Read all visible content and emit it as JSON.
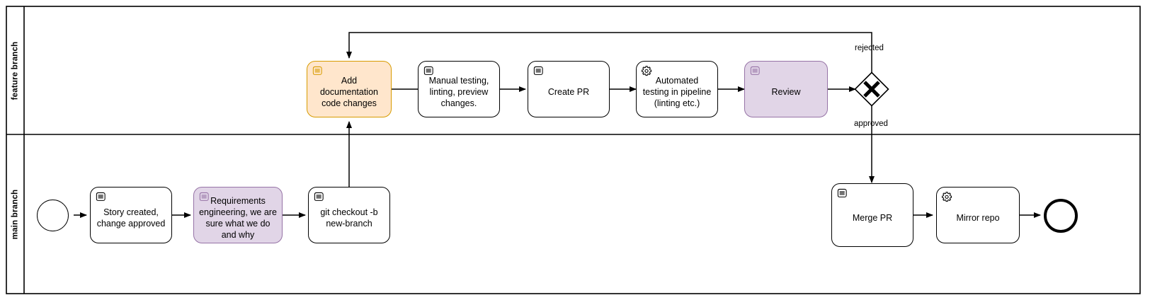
{
  "diagram": {
    "type": "bpmn-process-diagram",
    "pool": {
      "lanes": [
        {
          "id": "feature",
          "label": "feature branch"
        },
        {
          "id": "main",
          "label": "main branch"
        }
      ]
    },
    "colors": {
      "orange_fill": "#ffe6cc",
      "orange_stroke": "#d79b00",
      "purple_fill": "#e1d5e7",
      "purple_stroke": "#9673a6",
      "white_fill": "#ffffff",
      "black_stroke": "#000000"
    },
    "events": [
      {
        "id": "start",
        "name": "start-event",
        "kind": "start",
        "lane": "main"
      },
      {
        "id": "end",
        "name": "end-event",
        "kind": "end",
        "lane": "main"
      }
    ],
    "gateways": [
      {
        "id": "gw-review",
        "name": "review-exclusive-gateway",
        "kind": "exclusive",
        "lane": "feature"
      }
    ],
    "tasks": [
      {
        "id": "t-story",
        "label": "Story created, change approved",
        "icon": "manual-task-icon",
        "fill": "white",
        "lane": "main"
      },
      {
        "id": "t-reqeng",
        "label": "Requirements engineering, we are sure what we do and why",
        "icon": "manual-task-icon",
        "fill": "purple",
        "lane": "main"
      },
      {
        "id": "t-checkout",
        "label": "git checkout -b new-branch",
        "icon": "manual-task-icon",
        "fill": "white",
        "lane": "main"
      },
      {
        "id": "t-adddocs",
        "label": "Add documentation code changes",
        "icon": "manual-task-icon",
        "fill": "orange",
        "lane": "feature"
      },
      {
        "id": "t-manual",
        "label": "Manual testing, linting, preview changes.",
        "icon": "manual-task-icon",
        "fill": "white",
        "lane": "feature"
      },
      {
        "id": "t-createpr",
        "label": "Create PR",
        "icon": "manual-task-icon",
        "fill": "white",
        "lane": "feature"
      },
      {
        "id": "t-autotest",
        "label": "Automated testing in pipeline (linting etc.)",
        "icon": "service-task-icon",
        "fill": "white",
        "lane": "feature"
      },
      {
        "id": "t-review",
        "label": "Review",
        "icon": "manual-task-icon",
        "fill": "purple",
        "lane": "feature"
      },
      {
        "id": "t-mergepr",
        "label": "Merge PR",
        "icon": "manual-task-icon",
        "fill": "white",
        "lane": "main"
      },
      {
        "id": "t-mirror",
        "label": "Mirror repo",
        "icon": "service-task-icon",
        "fill": "white",
        "lane": "main"
      }
    ],
    "flow_labels": [
      {
        "id": "lbl-rejected",
        "label": "rejected"
      },
      {
        "id": "lbl-approved",
        "label": "approved"
      }
    ]
  }
}
